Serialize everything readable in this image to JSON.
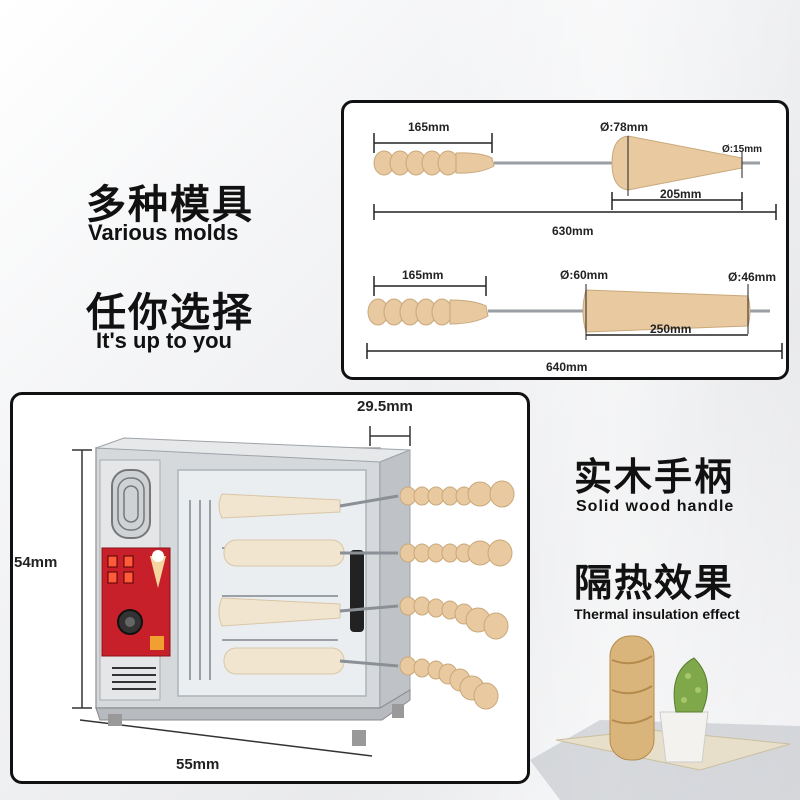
{
  "left_text": {
    "zh1": "多种模具",
    "en1": "Various molds",
    "zh2": "任你选择",
    "en2": "It's up to you"
  },
  "right_text": {
    "zh1": "实木手柄",
    "en1": "Solid wood handle",
    "zh2": "隔热效果",
    "en2": "Thermal insulation effect"
  },
  "mold_top": {
    "handle_len": "165mm",
    "big_diam": "Ø:78mm",
    "small_diam": "Ø:15mm",
    "cone_len": "205mm",
    "total_len": "630mm"
  },
  "mold_bottom": {
    "handle_len": "165mm",
    "big_diam": "Ø:60mm",
    "small_diam": "Ø:46mm",
    "cyl_len": "250mm",
    "total_len": "640mm"
  },
  "machine": {
    "depth_dim": "29.5mm",
    "height_dim": "54mm",
    "width_dim": "55mm"
  },
  "colors": {
    "wood": "#e8c9a0",
    "panel_red": "#c8202a",
    "steel": "#c9ccd0"
  }
}
